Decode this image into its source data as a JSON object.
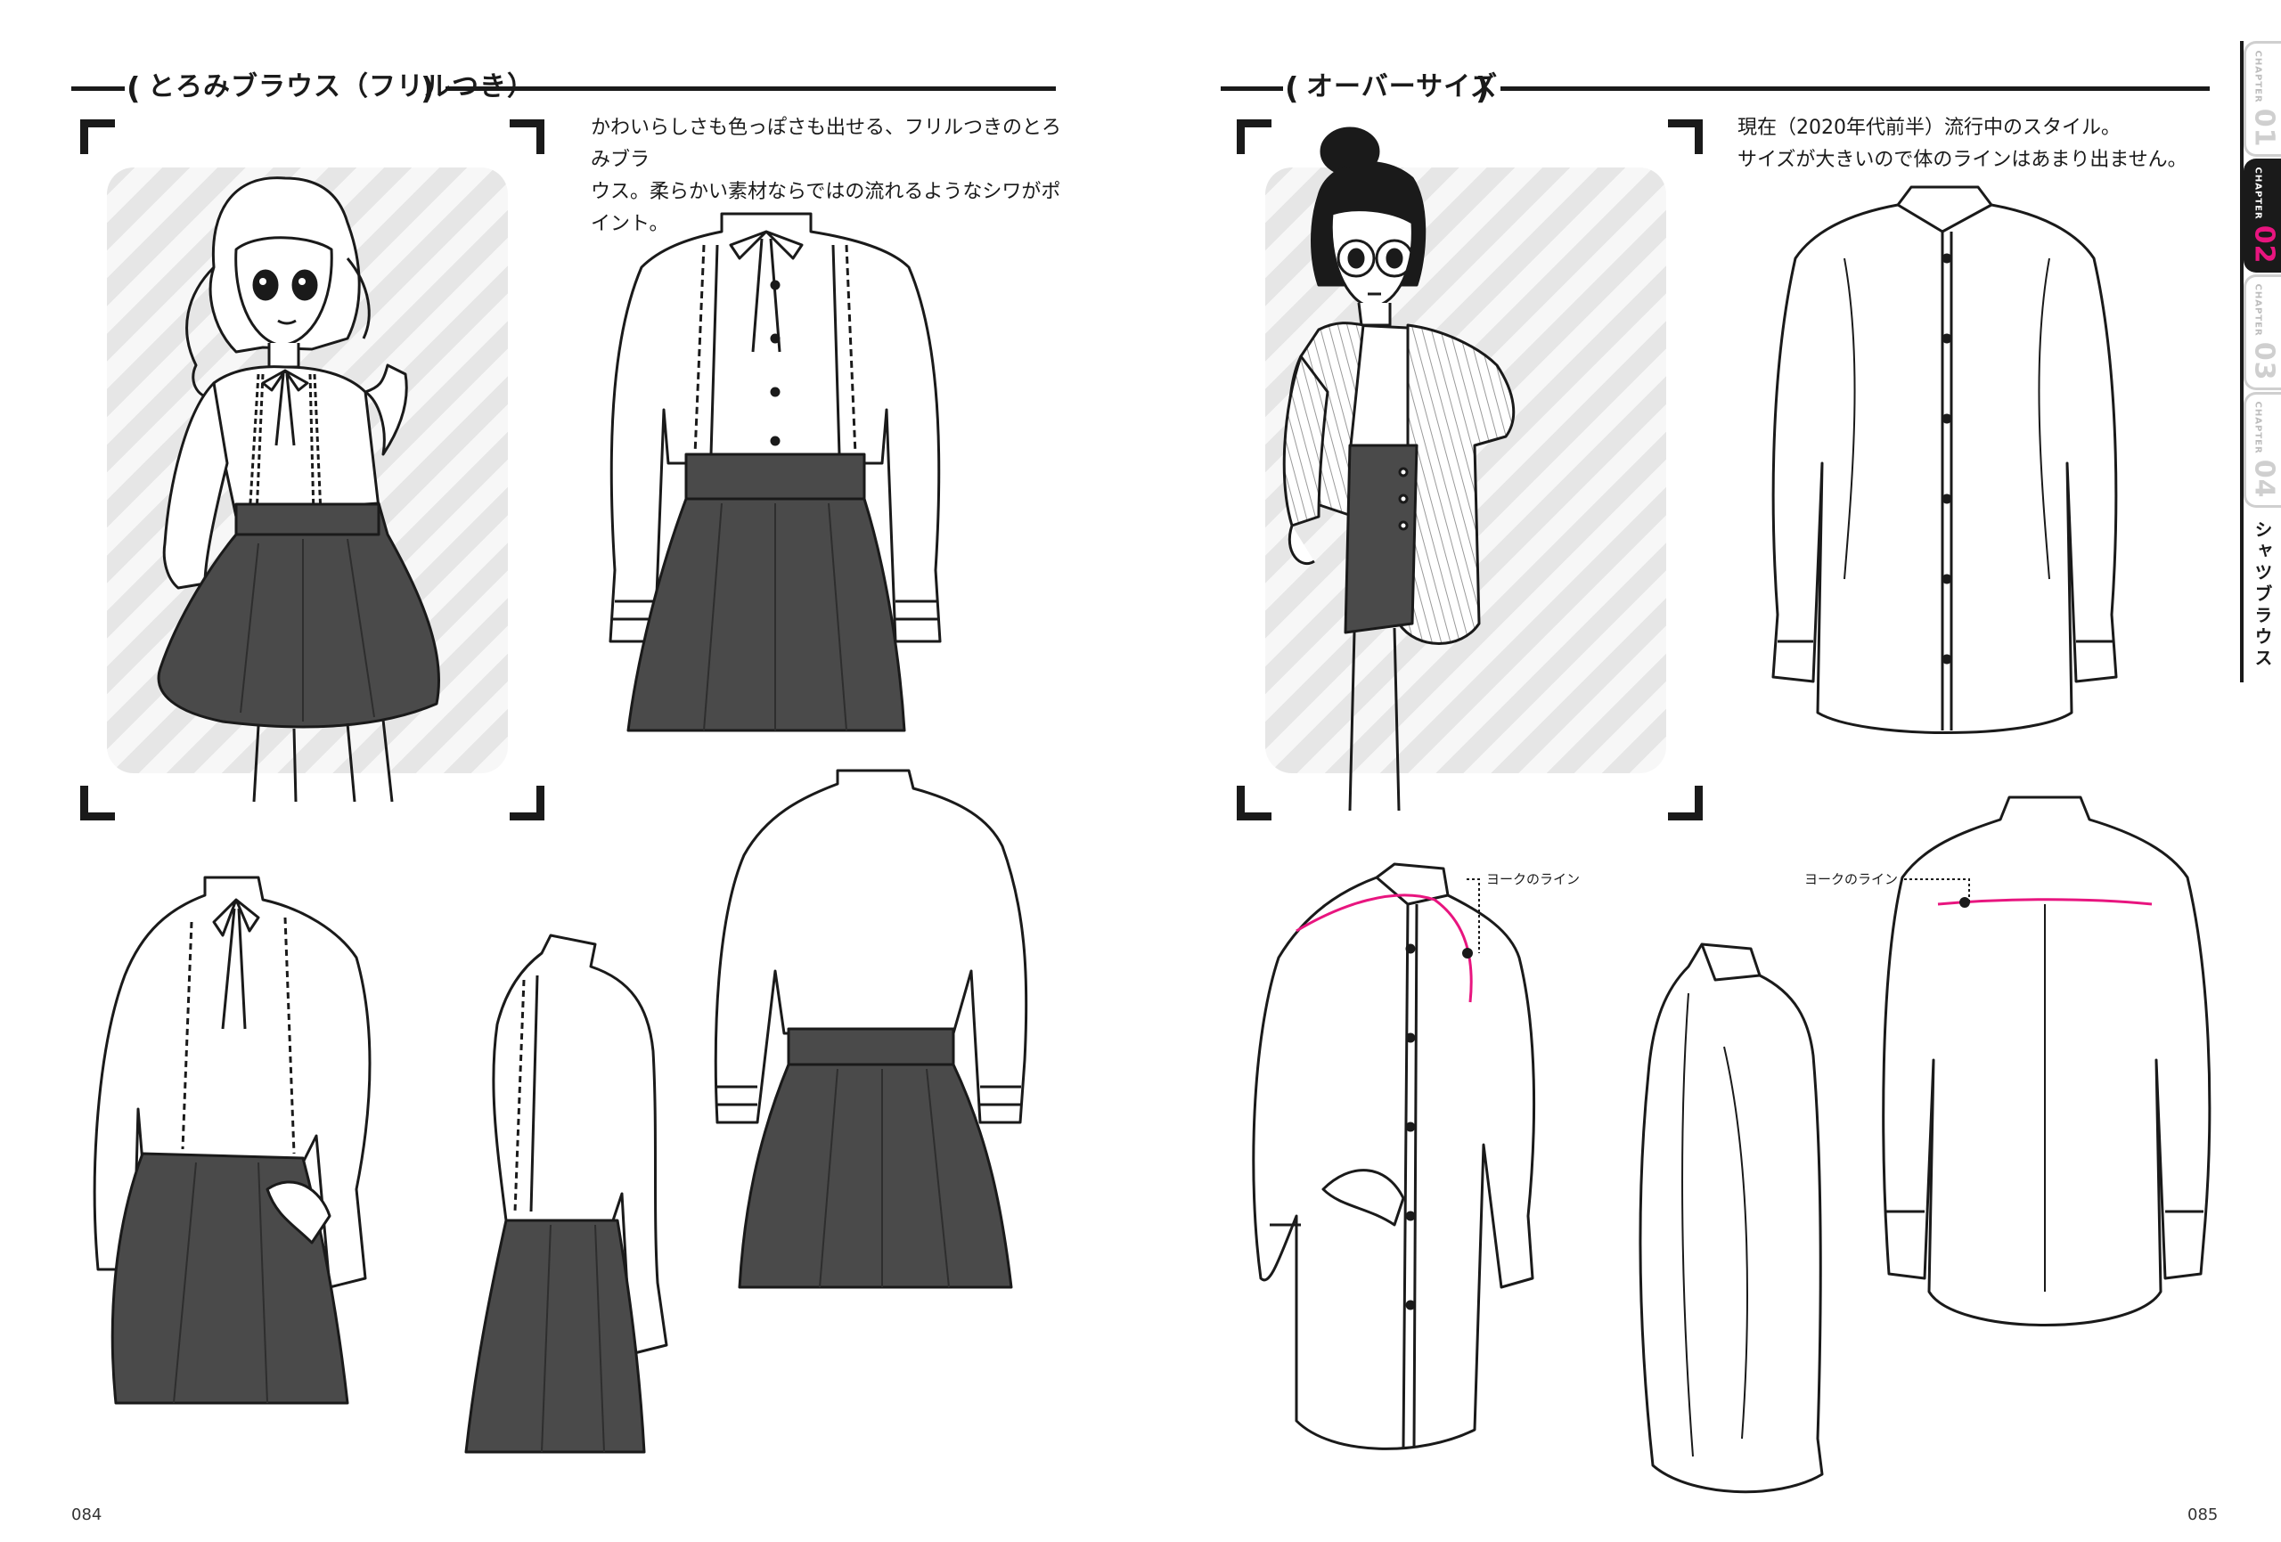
{
  "left_page": {
    "section_title": "とろみブラウス（フリルつき）",
    "description_line1": "かわいらしさも色っぽさも出せる、フリルつきのとろみブラ",
    "description_line2": "ウス。柔らかい素材ならではの流れるようなシワがポイント。",
    "page_number": "084"
  },
  "right_page": {
    "section_title": "オーバーサイズ",
    "description_line1": "現在（2020年代前半）流行中のスタイル。",
    "description_line2": "サイズが大きいので体のラインはあまり出ません。",
    "callout_front": "ヨークのライン",
    "callout_back": "ヨークのライン",
    "page_number": "085"
  },
  "chapter_tabs": [
    {
      "small": "CHAPTER",
      "big": "01"
    },
    {
      "small": "CHAPTER",
      "big": "02"
    },
    {
      "small": "CHAPTER",
      "big": "03"
    },
    {
      "small": "CHAPTER",
      "big": "04"
    }
  ],
  "tab_caption": "シャツブラウス",
  "colors": {
    "ink": "#1a1a1a",
    "accent": "#e8157f",
    "skirt": "#4a4a4a"
  }
}
